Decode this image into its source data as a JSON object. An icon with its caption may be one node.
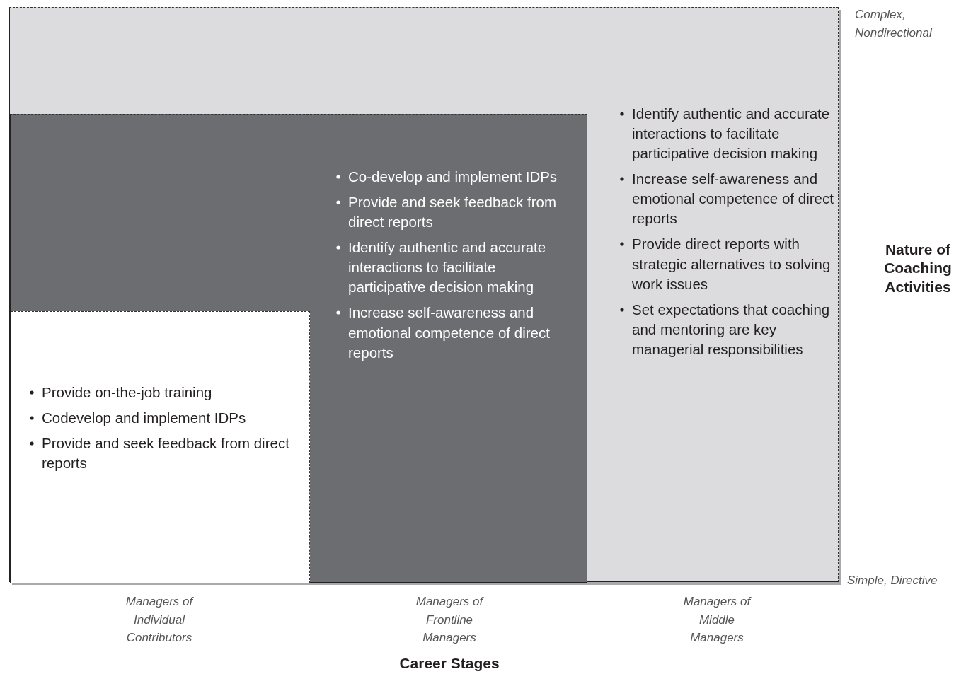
{
  "diagram": {
    "nodes": [
      {
        "text": [
          "Identify authentic and accurate interactions to facilitate participative decision making",
          "Increase self-awareness and emotional competence of direct reports",
          "Provide direct reports with strategic alternatives to solving work issues",
          "Set expectations that coaching and mentoring are key managerial responsibilities"
        ]
      },
      {
        "text": [
          "Co-develop and implement IDPs",
          "Provide and seek feedback from direct reports",
          "Identify authentic and accurate interactions to facilitate participative decision making",
          "Increase self-awareness and emotional competence of direct reports"
        ],
        "in": 0
      },
      {
        "text": [
          "Provide on-the-job training",
          "Codevelop and implement IDPs",
          "Provide and seek feedback from direct reports"
        ],
        "in": 1
      }
    ],
    "labels": [
      "Complex, Nondirectional",
      "Nature of Coaching Activities",
      "Simple, Directive",
      "Managers of Individual Contributors",
      "Managers of Frontline Managers",
      "Managers of Middle Managers",
      "Career Stages"
    ]
  }
}
